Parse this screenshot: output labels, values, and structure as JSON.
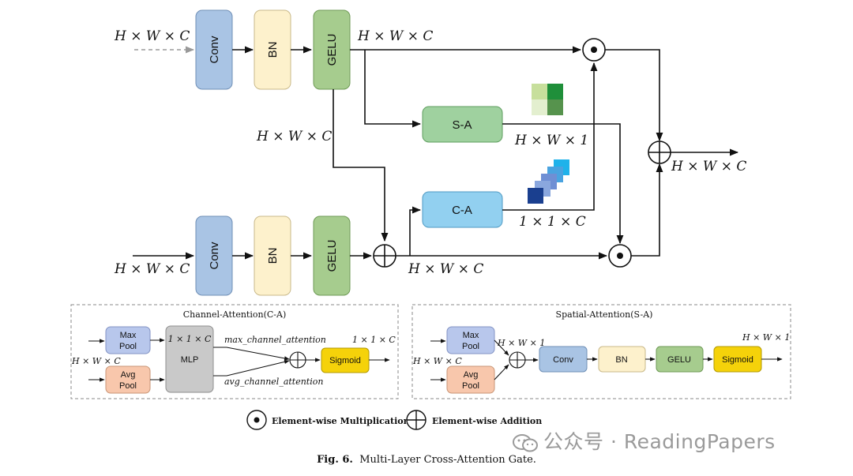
{
  "blocks": {
    "conv": "Conv",
    "bn": "BN",
    "gelu": "GELU",
    "sa": "S-A",
    "ca": "C-A"
  },
  "dims": {
    "top_in": "H × W × C",
    "top_out": "H × W × C",
    "mid_left": "H × W × C",
    "sa_out": "H × W × 1",
    "ca_out": "1 × 1 × C",
    "bottom_in": "H × W × C",
    "bottom_sum": "H × W × C",
    "final_out": "H × W × C"
  },
  "channel_attention": {
    "title": "Channel-Attention(C-A)",
    "max_pool": [
      "Max",
      "Pool"
    ],
    "avg_pool": [
      "Avg",
      "Pool"
    ],
    "input_dim": "H × W × C",
    "mlp_dim": "1 × 1 × C",
    "mlp": "MLP",
    "max_label": "max_channel_attention",
    "avg_label": "avg_channel_attention",
    "out_dim": "1 × 1 × C",
    "sigmoid": "Sigmoid"
  },
  "spatial_attention": {
    "title": "Spatial-Attention(S-A)",
    "max_pool": [
      "Max",
      "Pool"
    ],
    "avg_pool": [
      "Avg",
      "Pool"
    ],
    "input_dim": "H × W × C",
    "concat_dim": "H × W × 1",
    "conv": "Conv",
    "bn": "BN",
    "gelu": "GELU",
    "sigmoid": "Sigmoid",
    "out_dim": "H × W × 1"
  },
  "legend": {
    "mult": "Element-wise Multiplication",
    "add": "Element-wise Addition"
  },
  "caption": {
    "label": "Fig. 6.",
    "text": "Multi-Layer Cross-Attention Gate."
  },
  "watermark": "公众号 · ReadingPapers",
  "colors": {
    "conv": "#a9c4e4",
    "bn": "#fdf1cc",
    "gelu": "#a6cc8e",
    "sa": "#9fd19f",
    "ca": "#92d0f0",
    "pool_max": "#b8c7ec",
    "pool_avg": "#f8c7ac",
    "mlp": "#c9c9c9",
    "sigmoid": "#f5d20a"
  }
}
